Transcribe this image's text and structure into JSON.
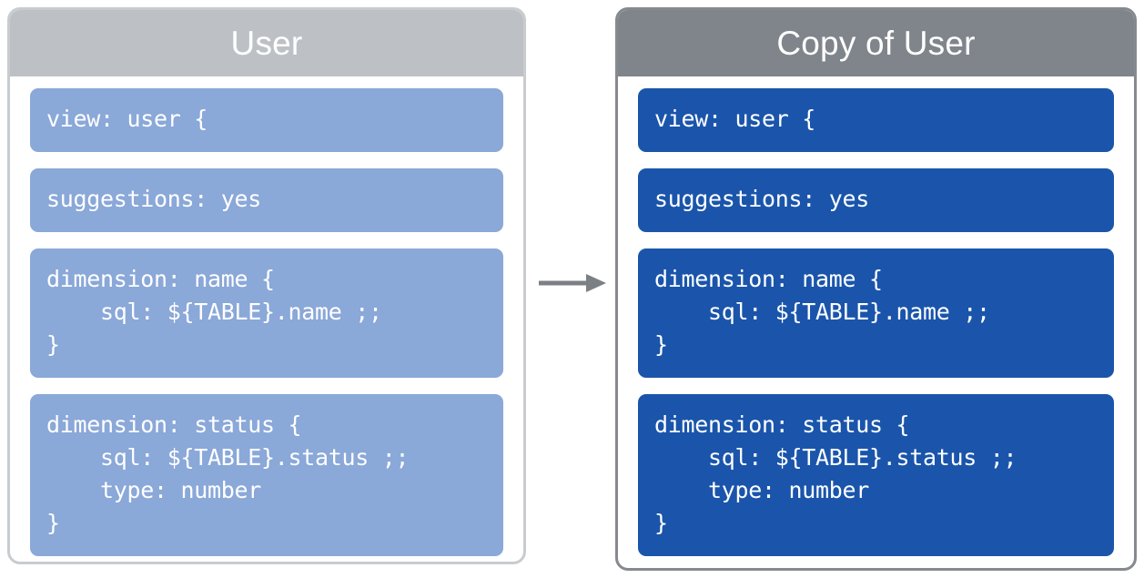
{
  "diagram": {
    "type": "copy-transform",
    "arrow": {
      "icon": "arrow-right-icon",
      "color": "#7b8085",
      "direction": "right"
    },
    "panels": [
      {
        "id": "source",
        "title": "User",
        "header_color": "#bdc1c6",
        "block_color": "#8aa8d8",
        "border_color": "#c9ccce",
        "blocks": [
          {
            "id": "view",
            "code": "view: user {"
          },
          {
            "id": "suggestions",
            "code": "suggestions: yes"
          },
          {
            "id": "dimension-name",
            "code": "dimension: name {\n    sql: ${TABLE}.name ;;\n}"
          },
          {
            "id": "dimension-status",
            "code": "dimension: status {\n    sql: ${TABLE}.status ;;\n    type: number\n}"
          }
        ]
      },
      {
        "id": "copy",
        "title": "Copy of User",
        "header_color": "#80858c",
        "block_color": "#1a55ab",
        "border_color": "#86898d",
        "blocks": [
          {
            "id": "view",
            "code": "view: user {"
          },
          {
            "id": "suggestions",
            "code": "suggestions: yes"
          },
          {
            "id": "dimension-name",
            "code": "dimension: name {\n    sql: ${TABLE}.name ;;\n}"
          },
          {
            "id": "dimension-status",
            "code": "dimension: status {\n    sql: ${TABLE}.status ;;\n    type: number\n}"
          }
        ]
      }
    ]
  }
}
